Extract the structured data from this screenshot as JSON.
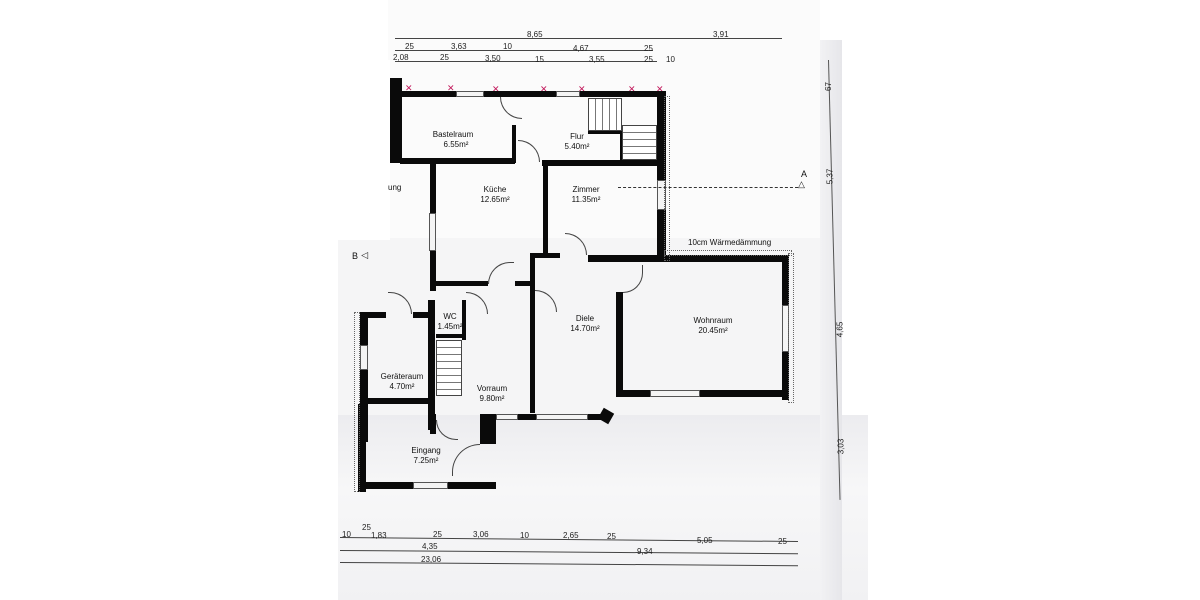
{
  "plan": {
    "rooms": [
      {
        "name": "Bastelraum",
        "area": "6.55m²"
      },
      {
        "name": "Flur",
        "area": "5.40m²"
      },
      {
        "name": "Küche",
        "area": "12.65m²"
      },
      {
        "name": "Zimmer",
        "area": "11.35m²"
      },
      {
        "name": "WC",
        "area": "1.45m²"
      },
      {
        "name": "Diele",
        "area": "14.70m²"
      },
      {
        "name": "Wohnraum",
        "area": "20.45m²"
      },
      {
        "name": "Geräteraum",
        "area": "4.70m²"
      },
      {
        "name": "Vorraum",
        "area": "9.80m²"
      },
      {
        "name": "Eingang",
        "area": "7.25m²"
      }
    ],
    "annotations": {
      "insulation": "10cm Wärmedämmung",
      "insulation_partial": "ung",
      "section_a": "A",
      "section_b": "B"
    },
    "top_dimensions": {
      "row1": [
        "8,65",
        "3,91"
      ],
      "row2": [
        "25",
        "3,63",
        "10",
        "4,67",
        "25"
      ],
      "row3": [
        "2,08",
        "25",
        "3,50",
        "15",
        "3,55",
        "25",
        "10"
      ]
    },
    "right_dimensions": [
      "67",
      "5,37",
      "4,65",
      "3,03"
    ],
    "bottom_dimensions": {
      "row1": [
        "10",
        "25",
        "1,83",
        "25",
        "3,06",
        "10",
        "2,65",
        "25",
        "5,05",
        "25"
      ],
      "row2": [
        "4,35",
        "9,34"
      ],
      "row3": [
        "23,06"
      ]
    },
    "colors": {
      "wall": "#0a0a0a",
      "marker": "#c2185b",
      "paper": "#f5f5f6"
    }
  }
}
